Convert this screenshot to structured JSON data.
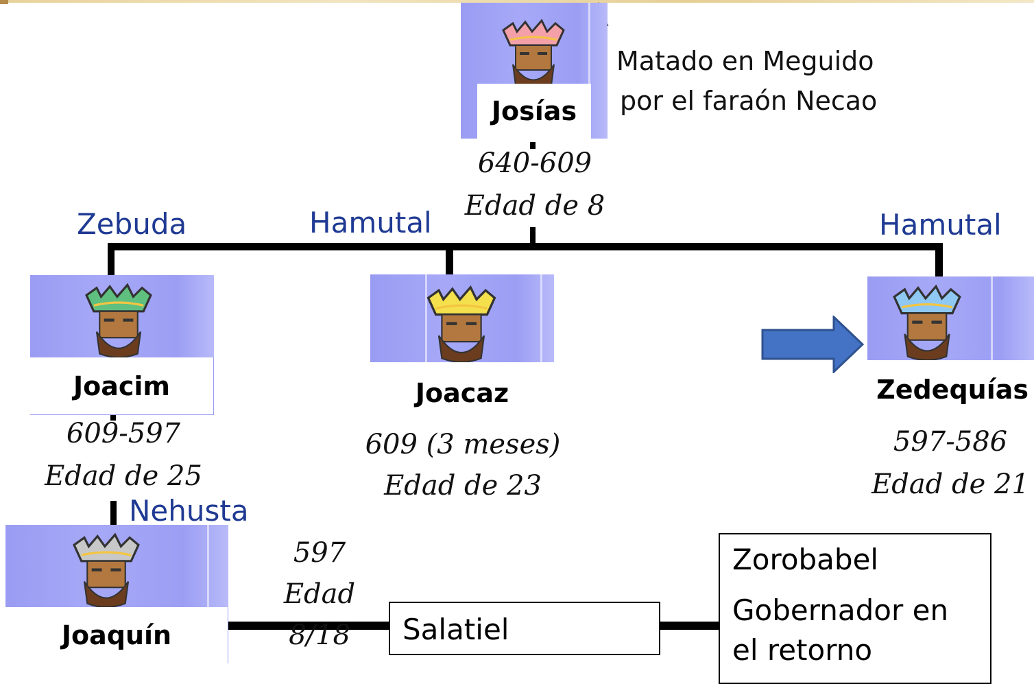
{
  "people": {
    "josias": {
      "name": "Josías",
      "years": "640-609",
      "age": "Edad de 8",
      "note_line1": "Matado en Meguido",
      "note_line2": "por el faraón Necao"
    },
    "joacim": {
      "name": "Joacim",
      "years": "609-597",
      "age": "Edad de 25",
      "mother": "Zebuda"
    },
    "joacaz": {
      "name": "Joacaz",
      "years": "609 (3 meses)",
      "age": "Edad de 23",
      "mother": "Hamutal"
    },
    "zedequias": {
      "name": "Zedequías",
      "years": "597-586",
      "age": "Edad de 21",
      "mother": "Hamutal"
    },
    "joaquin": {
      "name": "Joaquín",
      "years": "597",
      "age": "Edad 8/18",
      "mother": "Nehusta"
    },
    "salatiel": {
      "name": "Salatiel"
    },
    "zorobabel": {
      "name": "Zorobabel",
      "title_line1": "Gobernador en",
      "title_line2": "el retorno"
    }
  },
  "colors": {
    "mother_text": "#1f3a93",
    "portrait_bg": "#a6a8f7",
    "arrow_fill": "#4472c4",
    "crown_josias": "#f4a0a8",
    "crown_joacim": "#5fbf7f",
    "crown_joacaz": "#f4e04d",
    "crown_zedequias": "#8fc8f2",
    "crown_joaquin": "#c8c8c8"
  },
  "icons": {
    "king": "king-portrait-icon",
    "arrow": "right-arrow-icon"
  }
}
